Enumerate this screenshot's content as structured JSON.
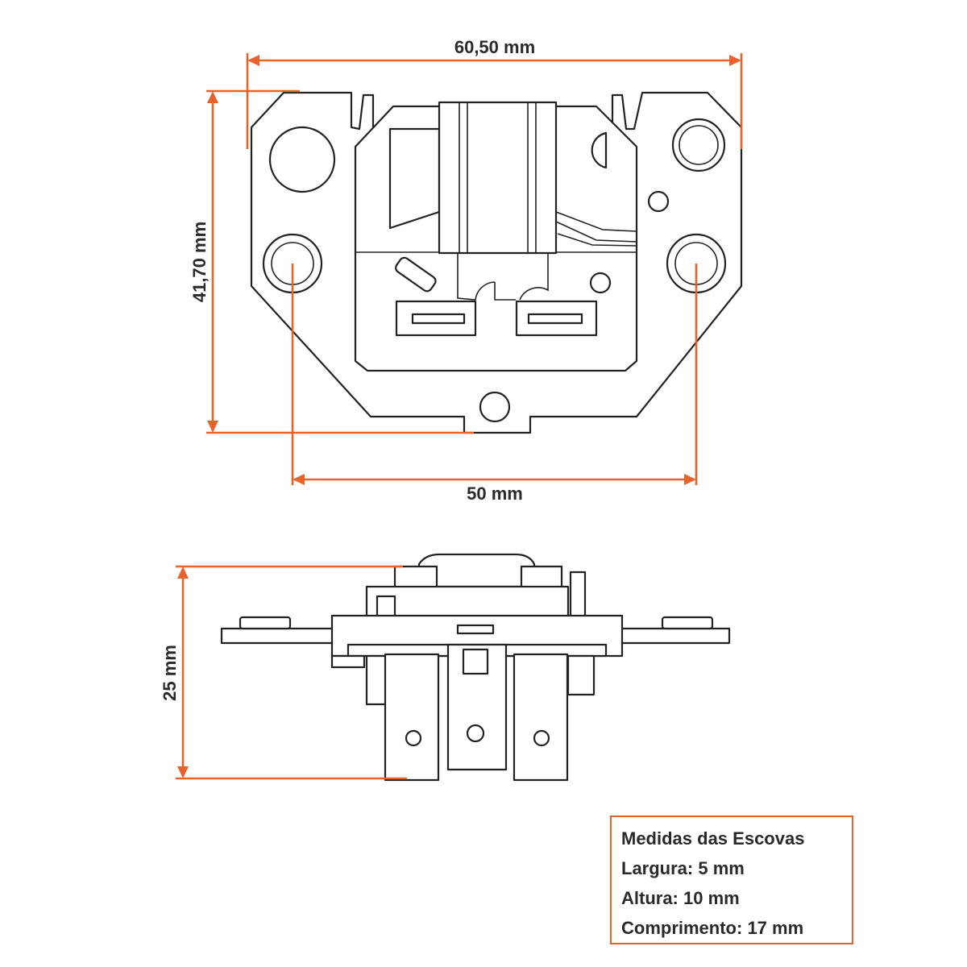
{
  "top_view": {
    "width_label": "60,50 mm",
    "height_label": "41,70 mm",
    "hole_spacing_label": "50 mm"
  },
  "side_view": {
    "height_label": "25 mm"
  },
  "spec_box": {
    "title": "Medidas das Escovas",
    "width": "Largura: 5 mm",
    "height": "Altura: 10 mm",
    "length": "Comprimento: 17 mm"
  },
  "colors": {
    "dimension": "#e8622c",
    "outline": "#222222",
    "text": "#2a2a2a"
  }
}
